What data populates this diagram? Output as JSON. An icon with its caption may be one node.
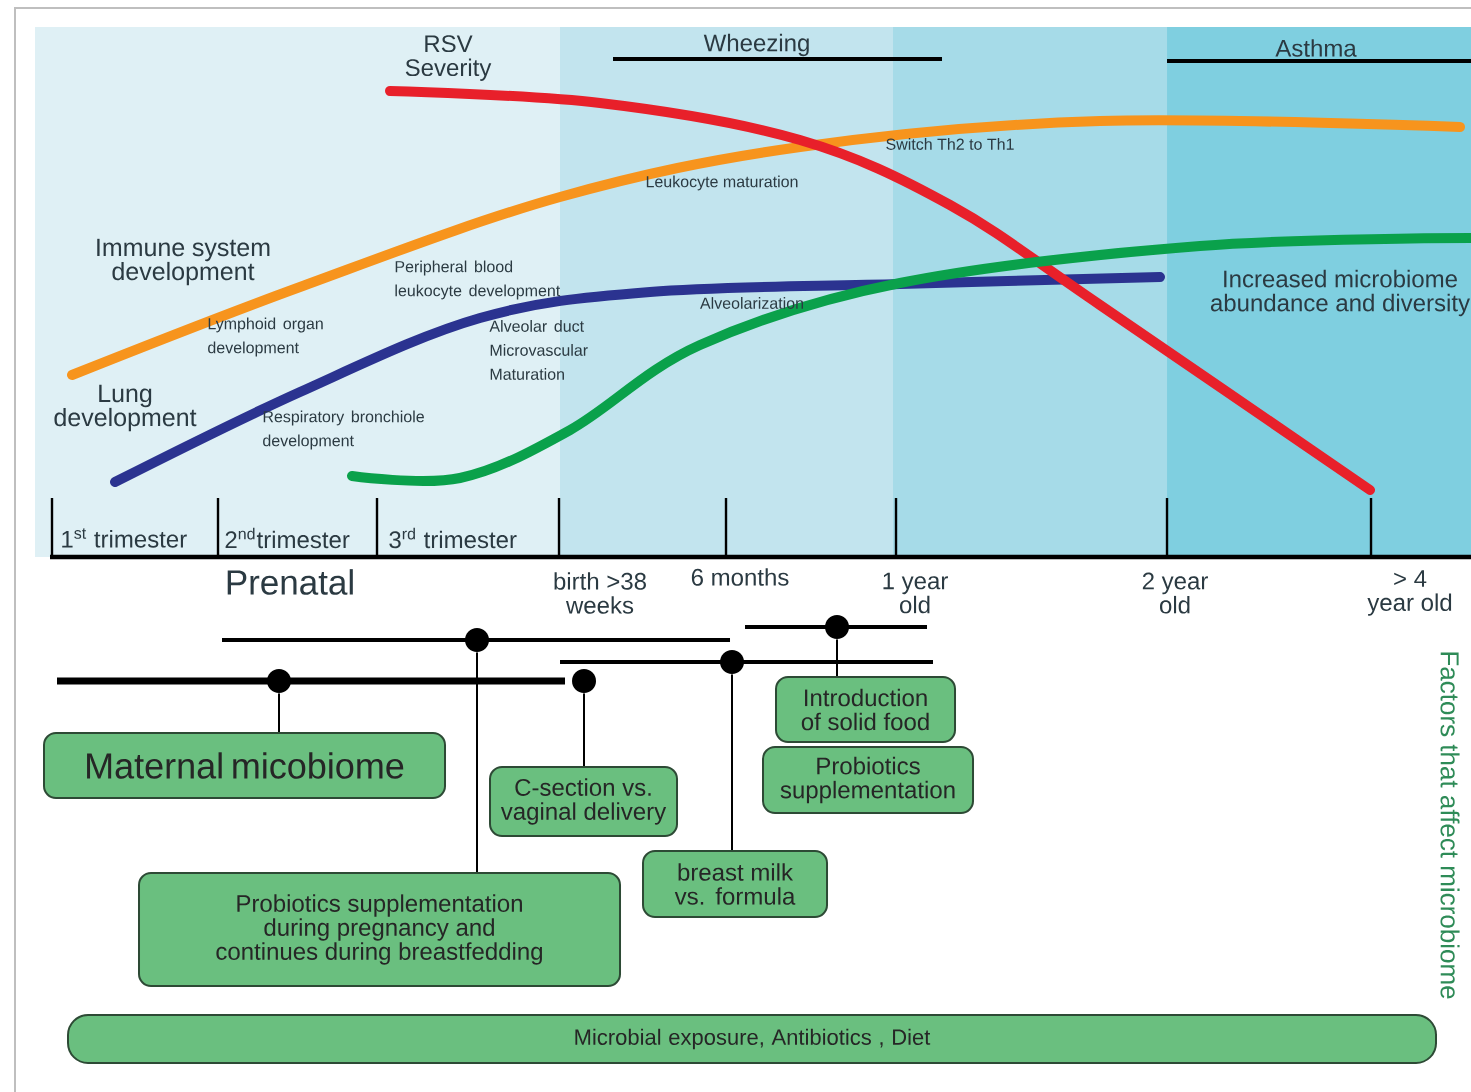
{
  "diagram": {
    "nodes": [
      {
        "text": [],
        "shape": "bar"
      },
      {
        "text": [],
        "shape": "bar"
      },
      {
        "text": [],
        "shape": "bar"
      },
      {
        "text": [],
        "shape": "bar"
      },
      {
        "text": [],
        "shape": "circle"
      },
      {
        "text": [
          "Maternal micobiome"
        ]
      },
      {
        "text": [
          "Introduction of solid food"
        ]
      },
      {
        "text": [
          "Probiotics supplementation"
        ]
      },
      {
        "text": [
          "C-section vs. vaginal delivery"
        ]
      },
      {
        "text": [
          "breast milk vs. formula"
        ]
      },
      {
        "text": [
          "Probiotics supplementation during pregnancy and continues during breastfedding"
        ]
      },
      {
        "text": [
          "Microbial exposure, Antibiotics , Diet"
        ]
      }
    ],
    "edges": [
      {
        "from": 0,
        "to": 10,
        "arrow": "none"
      },
      {
        "from": 1,
        "to": 6,
        "arrow": "none"
      },
      {
        "from": 2,
        "to": 9,
        "arrow": "none"
      },
      {
        "from": 3,
        "to": 5,
        "arrow": "none"
      },
      {
        "from": 4,
        "to": 8,
        "arrow": "none"
      }
    ],
    "labels": [
      "RSV Severity",
      "Wheezing",
      "Asthma",
      "Switch Th2 to Th1",
      "Leukocyte maturation",
      "Immune system development",
      "Peripheral blood leukocyte development",
      "Increased microbiome abundance and diversity",
      "Alveolarization",
      "Lymphoid organ development",
      "Alveolar duct Microvascular Maturation",
      "Lung development",
      "Respiratory bronchiole development",
      "1$^{st}$ trimester",
      "2$^{nd}$trimester",
      "3$^{rd}$ trimester",
      "Prenatal",
      "birth >38 weeks",
      "6 months",
      "1 year old",
      "2 year old",
      "> 4 year old",
      "Factors that affect microbiome"
    ]
  }
}
